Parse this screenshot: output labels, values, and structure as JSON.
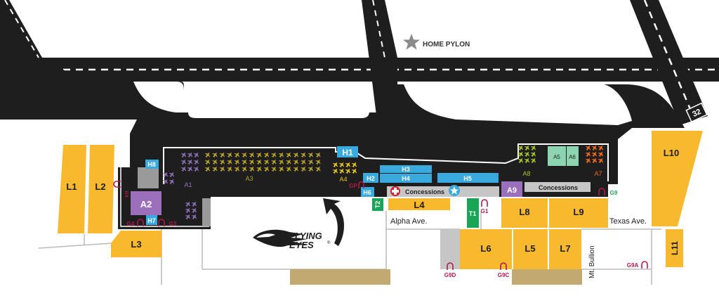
{
  "colors": {
    "ground": "#ffffff",
    "tarmac": "#1e1e1e",
    "lot": "#f9b92e",
    "hangar": "#39a9de",
    "aero_marker": "#9b6fbc",
    "transport": "#1aa456",
    "grass_strip": "#c2a972",
    "concessions": "#c6c6c6",
    "gate": "#b3174f",
    "gate_alt": "#1aa456",
    "aircraft_purple": "#8a6fb5",
    "aircraft_olive": "#b7a12a",
    "aircraft_yellow": "#e6c31c",
    "aircraft_green": "#a6c32c",
    "aircraft_orange": "#f26a22",
    "mint_box": "#8dd4b0",
    "home_pylon_star": "#8a8a8a",
    "first_aid": "#d71c25",
    "info_star": "#39a9de"
  },
  "landmark": {
    "home_pylon": "HOME PYLON",
    "icon": "star-icon"
  },
  "runway": {
    "number": "32"
  },
  "brand": {
    "line1": "FLYING",
    "line2": "EYES",
    "registered": "®",
    "icon": "hawk-head-icon"
  },
  "parking_lots": [
    "L1",
    "L2",
    "L3",
    "L4",
    "L5",
    "L6",
    "L7",
    "L8",
    "L9",
    "L10",
    "L11"
  ],
  "hangars": [
    "H1",
    "H2",
    "H3",
    "H4",
    "H5",
    "H6",
    "H7",
    "H8"
  ],
  "aircraft_areas": [
    "A1",
    "A2",
    "A3",
    "A4",
    "A5",
    "A6",
    "A7",
    "A8",
    "A9"
  ],
  "transport": [
    "T1",
    "T2"
  ],
  "gates": [
    "G1",
    "G3",
    "G4",
    "GP",
    "G9",
    "G9A",
    "G9C",
    "G9D"
  ],
  "gate_icon": "gate-arch-icon",
  "concessions": [
    "Concessions",
    "Concessions"
  ],
  "streets": {
    "alpha": "Alpha Ave.",
    "texas": "Texas Ave.",
    "bullion": "Mt. Bullion"
  },
  "amenity_icons": [
    "first-aid-icon",
    "info-star-icon"
  ]
}
